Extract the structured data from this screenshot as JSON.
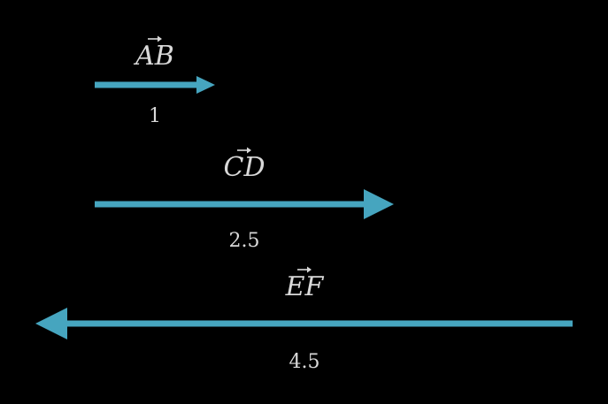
{
  "diagram": {
    "background": "#000000",
    "arrow_color": "#46a5bf",
    "text_color": "#d9d9d9",
    "vectors": [
      {
        "label": "AB",
        "value": "1",
        "direction": "right"
      },
      {
        "label": "CD",
        "value": "2.5",
        "direction": "right"
      },
      {
        "label": "EF",
        "value": "4.5",
        "direction": "left"
      }
    ]
  }
}
